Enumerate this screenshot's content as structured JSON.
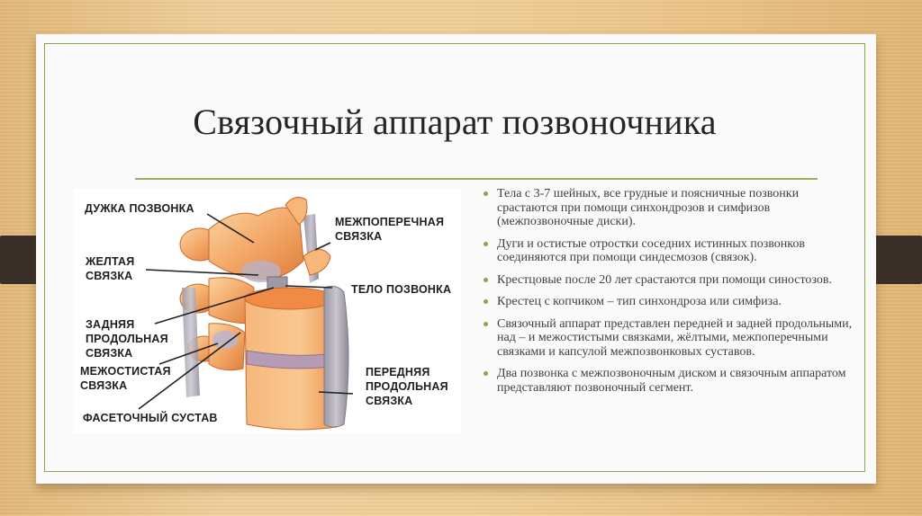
{
  "slide": {
    "title": "Связочный аппарат позвоночника",
    "colors": {
      "background_wood": "#ebc488",
      "paper": "#fafafa",
      "frame_border": "#8aa64a",
      "tabs": "#3a2f28",
      "title_text": "#262626",
      "body_text": "#404040",
      "bullet": "#8aa64a"
    }
  },
  "figure": {
    "labels": {
      "arch": "ДУЖКА ПОЗВОНКА",
      "intertransverse_1": "МЕЖПОПЕРЕЧНАЯ",
      "intertransverse_2": "СВЯЗКА",
      "yellow_1": "ЖЕЛТАЯ",
      "yellow_2": "СВЯЗКА",
      "body": "ТЕЛО ПОЗВОНКА",
      "posterior_1": "ЗАДНЯЯ",
      "posterior_2": "ПРОДОЛЬНАЯ",
      "posterior_3": "СВЯЗКА",
      "interspinous_1": "МЕЖОСТИСТАЯ",
      "interspinous_2": "СВЯЗКА",
      "anterior_1": "ПЕРЕДНЯЯ",
      "anterior_2": "ПРОДОЛЬНАЯ",
      "anterior_3": "СВЯЗКА",
      "facet": "ФАСЕТОЧНЫЙ СУСТАВ"
    }
  },
  "bullets": [
    "Тела с 3-7 шейных, все грудные и поясничные позвонки срастаются  при помощи синхондрозов и симфизов (межпозвоночные диски).",
    "Дуги и остистые отростки соседних истинных позвонков соединяются при помощи синдесмозов (связок).",
    "Крестцовые после 20 лет срастаются при помощи синостозов.",
    "Крестец с копчиком – тип синхондроза или симфиза.",
    "Связочный аппарат представлен передней и задней продольными, над – и межостистыми связками, жёлтыми, межпоперечными связками и капсулой межпозвонковых суставов.",
    "Два позвонка с межпозвоночным диском и связочным аппаратом представляют позвоночный сегмент."
  ]
}
